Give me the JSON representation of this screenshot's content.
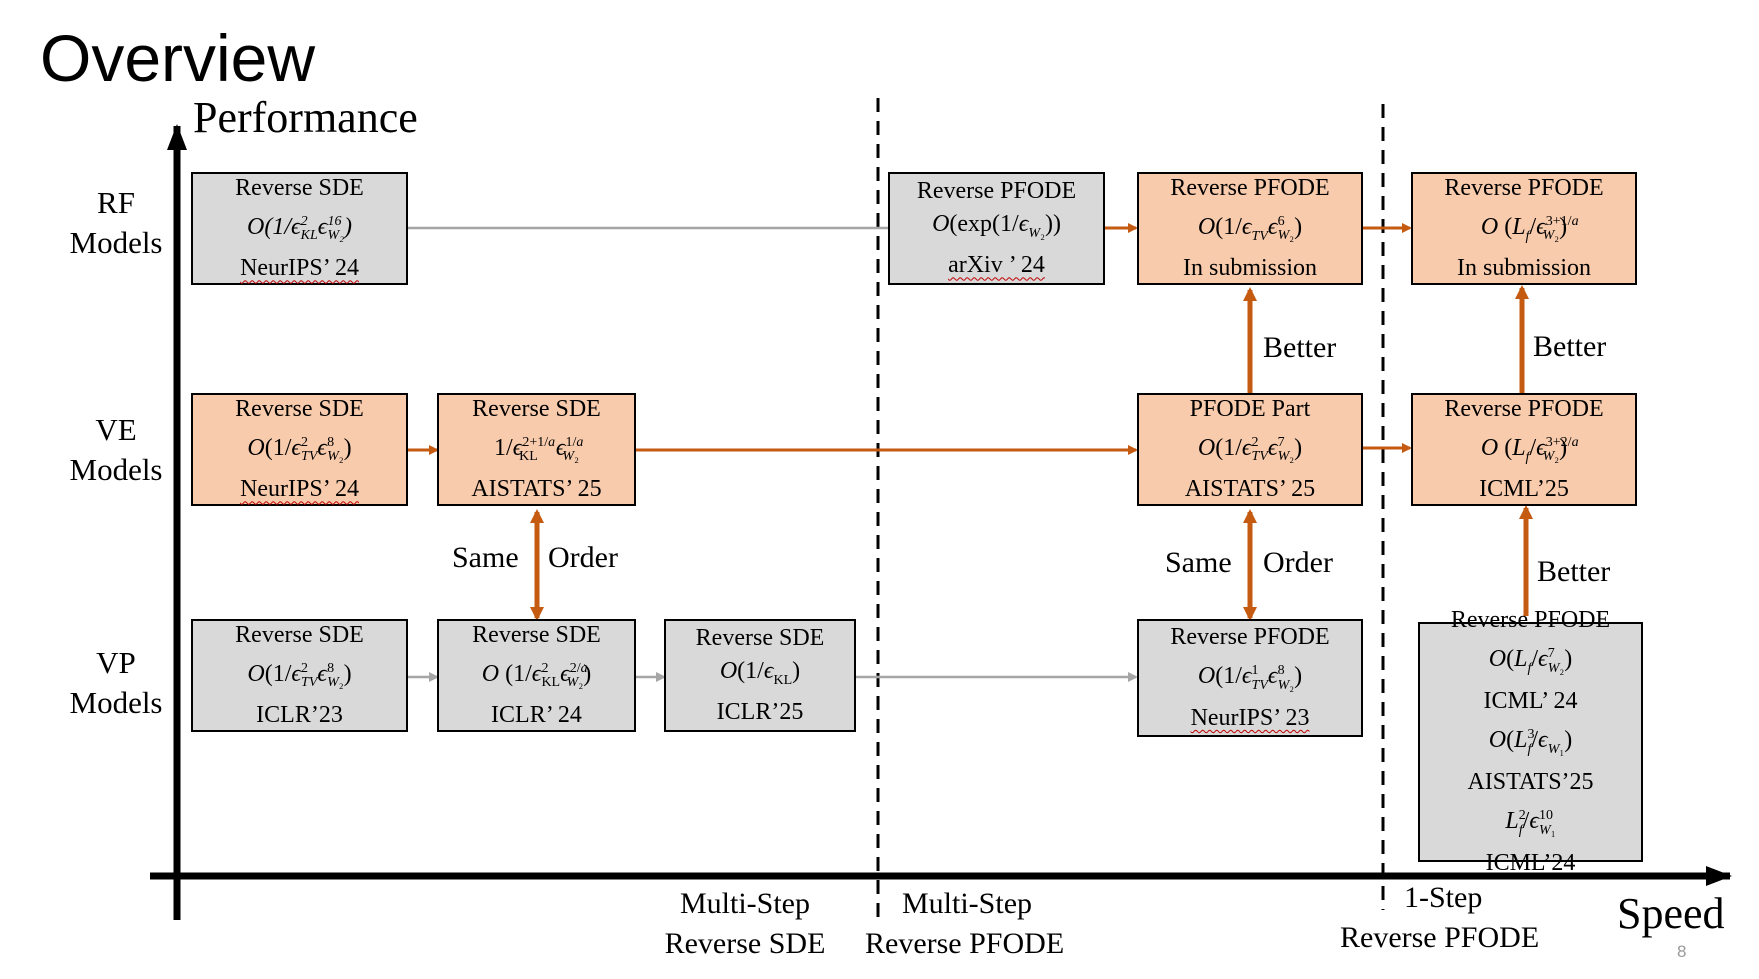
{
  "title": "Overview",
  "y_axis_label": "Performance",
  "x_axis_label": "Speed",
  "page_number": "8",
  "rows": {
    "rf": [
      "RF",
      "Models"
    ],
    "ve": [
      "VE",
      "Models"
    ],
    "vp": [
      "VP",
      "Models"
    ]
  },
  "sections": {
    "multi_sde": [
      "Multi-Step",
      "Reverse SDE"
    ],
    "multi_pfode": [
      "Multi-Step",
      "Reverse PFODE"
    ],
    "one_step": [
      "1-Step",
      "Reverse PFODE"
    ]
  },
  "annotations": {
    "same": "Same",
    "order": "Order",
    "better": "Better"
  },
  "boxes": {
    "rf_sde": {
      "title": "Reverse SDE",
      "formula": "O(1/ε²KL ε¹⁶W₂)",
      "venue": "NeurIPS’ 24"
    },
    "rf_pfode_arxiv": {
      "title": "Reverse PFODE",
      "formula": "O(exp(1/εW₂))",
      "venue": "arXiv ’ 24"
    },
    "rf_pfode_sub": {
      "title": "Reverse PFODE",
      "formula": "O(1/εTV ε⁶W₂)",
      "venue": "In submission"
    },
    "rf_pfode_1step": {
      "title": "Reverse PFODE",
      "formula": "O(Lf/ε^(3+1/a)W₂)",
      "venue": "In submission"
    },
    "ve_sde1": {
      "title": "Reverse SDE",
      "formula": "O(1/ε²TV ε⁸W₂)",
      "venue": "NeurIPS’ 24"
    },
    "ve_sde2": {
      "title": "Reverse SDE",
      "formula": "1/ε^(2+1/a)KL ε^(1/a)W₂",
      "venue": "AISTATS’ 25"
    },
    "ve_pfode_part": {
      "title": "PFODE Part",
      "formula": "O(1/ε²TV ε⁷W₂)",
      "venue": "AISTATS’ 25"
    },
    "ve_pfode_1step": {
      "title": "Reverse PFODE",
      "formula": "O(Lf/ε^(3+2/a)W₂)",
      "venue": "ICML’25"
    },
    "vp_sde1": {
      "title": "Reverse SDE",
      "formula": "O(1/ε²TV ε⁸W₂)",
      "venue": "ICLR’23"
    },
    "vp_sde2": {
      "title": "Reverse SDE",
      "formula": "O(1/ε²KL ε^(2/a)W₂)",
      "venue": "ICLR’ 24"
    },
    "vp_sde3": {
      "title": "Reverse SDE",
      "formula": "O(1/εKL)",
      "venue": "ICLR’25"
    },
    "vp_pfode": {
      "title": "Reverse PFODE",
      "formula": "O(1/ε¹TV ε⁸W₂)",
      "venue": "NeurIPS’ 23"
    },
    "vp_pfode_1step": {
      "title": "Reverse PFODE",
      "formula1": "O(Lf/ε⁷W₂)",
      "venue1": "ICML’ 24",
      "formula2": "O(L³f/εW₁)",
      "venue2": "AISTATS’25",
      "formula3": "L²f/ε¹⁰W₁",
      "venue3": "ICML’24"
    }
  },
  "colors": {
    "gray_box": "#d9d9d9",
    "orange_box": "#f8cbad",
    "orange_arrow": "#c55a11",
    "gray_arrow": "#a6a6a6"
  }
}
